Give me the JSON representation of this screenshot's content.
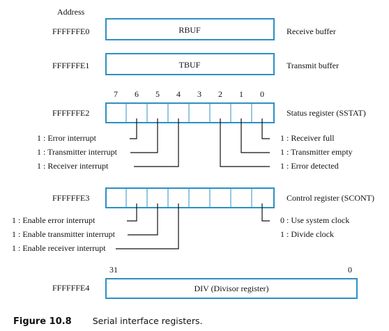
{
  "address_heading": "Address",
  "registers": {
    "rbuf": {
      "address": "FFFFFFE0",
      "label": "RBUF",
      "name": "Receive buffer"
    },
    "tbuf": {
      "address": "FFFFFFE1",
      "label": "TBUF",
      "name": "Transmit buffer"
    },
    "sstat": {
      "address": "FFFFFFE2",
      "name": "Status register (SSTAT)",
      "bit_numbers": [
        "7",
        "6",
        "5",
        "4",
        "3",
        "2",
        "1",
        "0"
      ],
      "bits_left": [
        "1 : Error interrupt",
        "1 : Transmitter interrupt",
        "1 : Receiver interrupt"
      ],
      "bits_right": [
        "1 : Receiver full",
        "1 : Transmitter empty",
        "1 : Error detected"
      ]
    },
    "scont": {
      "address": "FFFFFFE3",
      "name": "Control register (SCONT)",
      "bits_left": [
        "1 : Enable error interrupt",
        "1 : Enable transmitter interrupt",
        "1 : Enable receiver interrupt"
      ],
      "bits_right": [
        "0 : Use system clock",
        "1 : Divide clock"
      ]
    },
    "div": {
      "address": "FFFFFFE4",
      "label": "DIV (Divisor register)",
      "high_bit": "31",
      "low_bit": "0"
    }
  },
  "caption": {
    "number": "Figure 10.8",
    "text": "Serial interface registers."
  },
  "colors": {
    "register_outline": "#2e8fc4",
    "leader_line": "#111111"
  }
}
